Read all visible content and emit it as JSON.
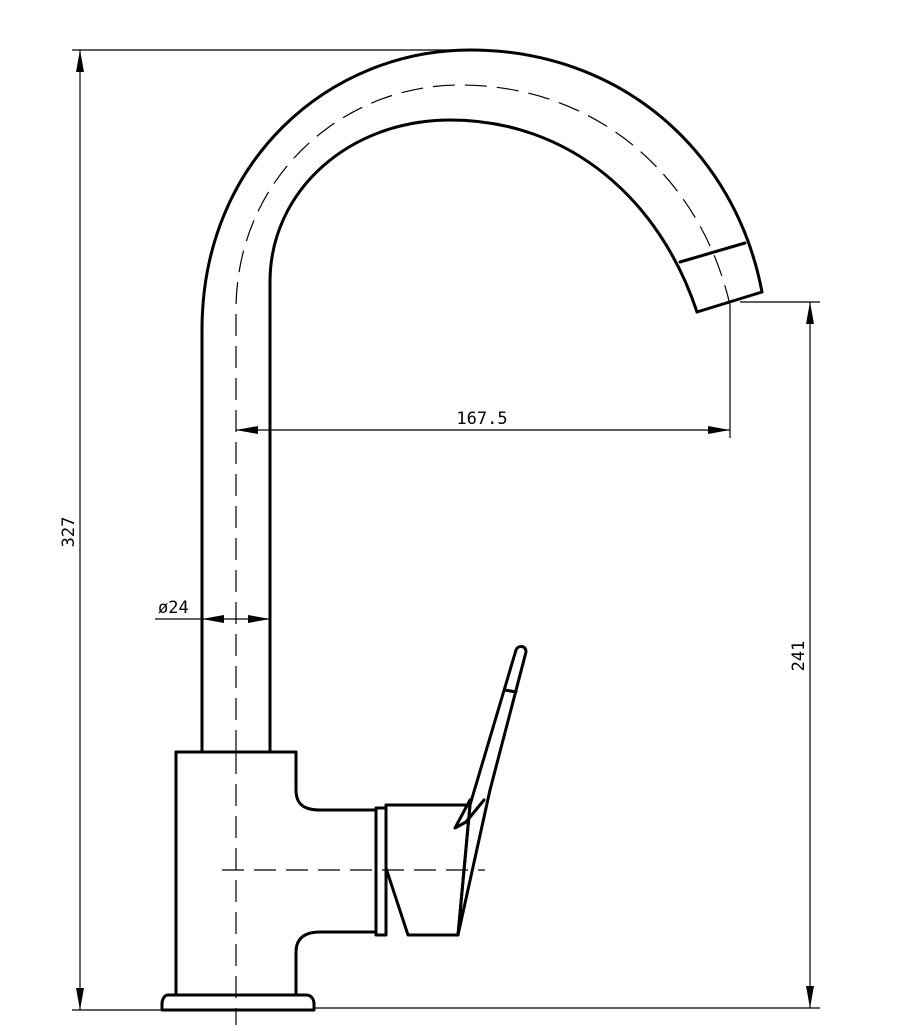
{
  "dimensions": {
    "total_height": "327",
    "spout_reach": "167.5",
    "outlet_height": "241",
    "pipe_diameter": "ø24"
  }
}
